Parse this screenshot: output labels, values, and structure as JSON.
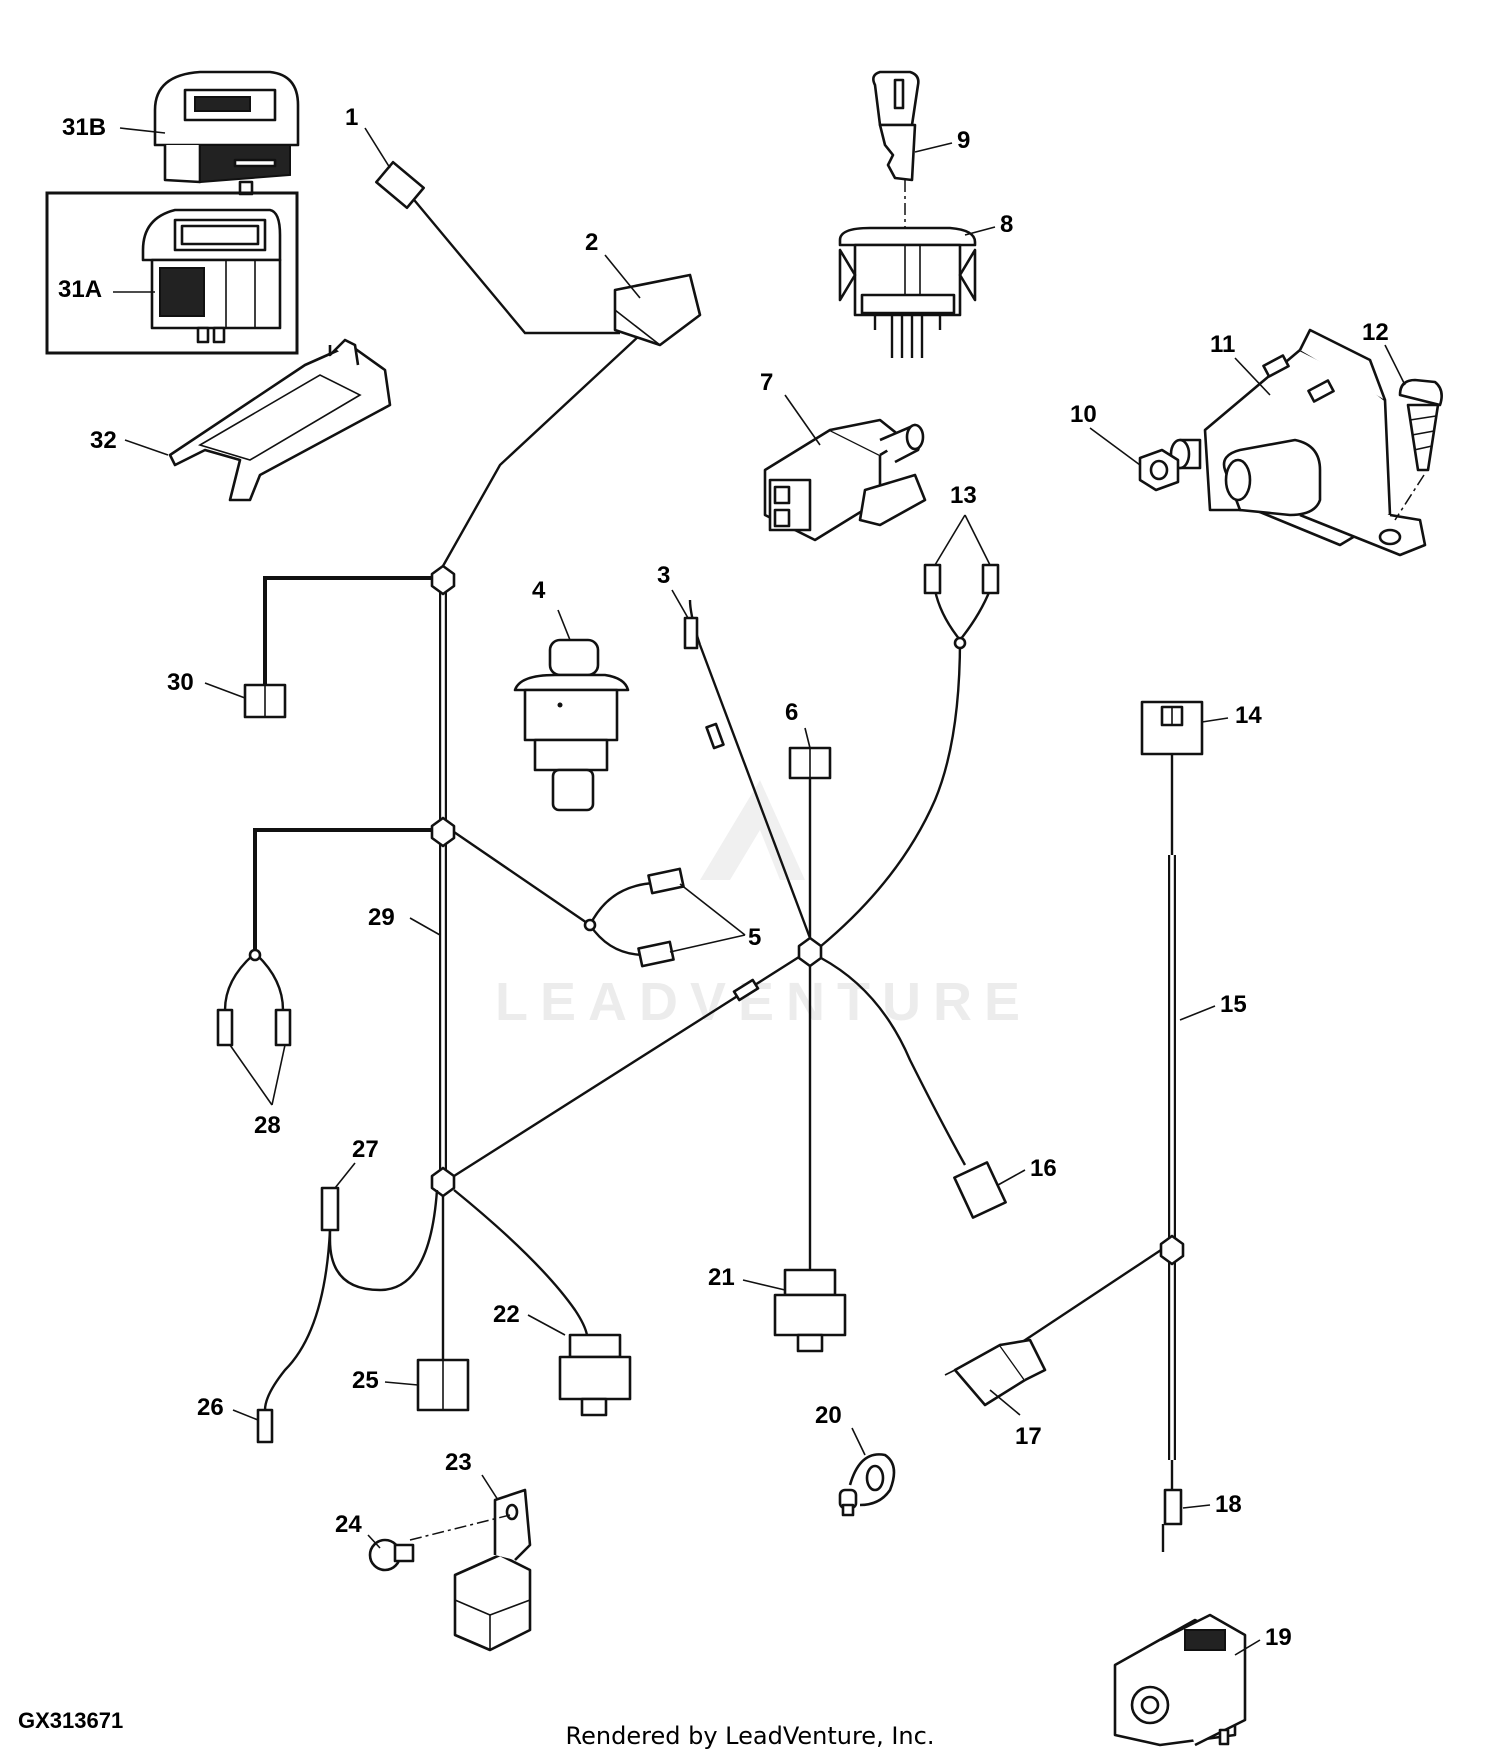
{
  "figure_id": "GX313671",
  "credit": "Rendered by LeadVenture, Inc.",
  "watermark": "LEADVENTURE",
  "callouts": {
    "c1": "1",
    "c2": "2",
    "c3": "3",
    "c4": "4",
    "c5": "5",
    "c6": "6",
    "c7": "7",
    "c8": "8",
    "c9": "9",
    "c10": "10",
    "c11": "11",
    "c12": "12",
    "c13": "13",
    "c14": "14",
    "c15": "15",
    "c16": "16",
    "c17": "17",
    "c18": "18",
    "c19": "19",
    "c20": "20",
    "c21": "21",
    "c22": "22",
    "c23": "23",
    "c24": "24",
    "c25": "25",
    "c26": "26",
    "c27": "27",
    "c28": "28",
    "c29": "29",
    "c30": "30",
    "c31a": "31A",
    "c31b": "31B",
    "c32": "32"
  }
}
